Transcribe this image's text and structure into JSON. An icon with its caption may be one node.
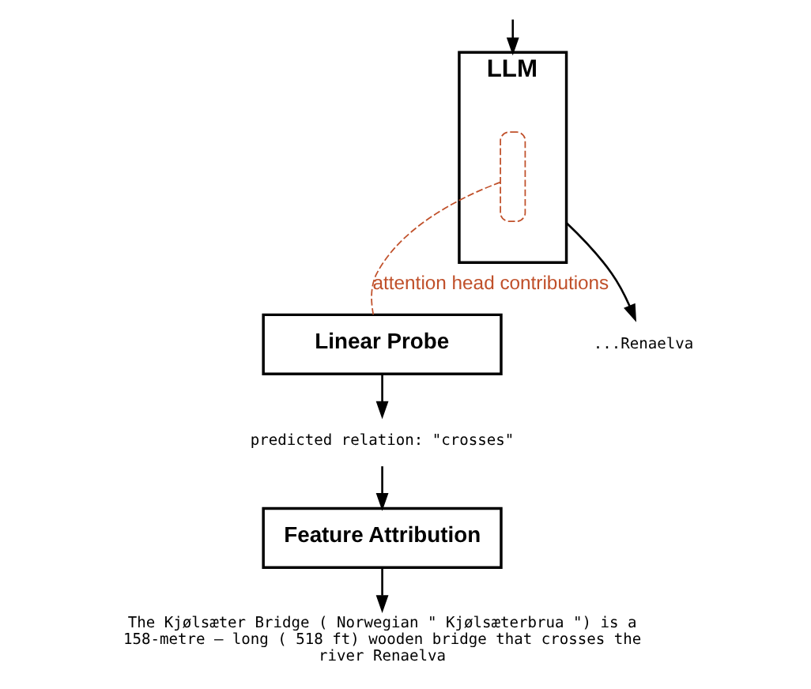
{
  "diagram": {
    "nodes": [
      {
        "text": [
          "LLM"
        ]
      },
      {
        "text": [],
        "shape": "box",
        "in": 0
      },
      {
        "text": [
          "Linear Probe"
        ]
      },
      {
        "text": [
          "predicted relation: \"crosses\""
        ]
      },
      {
        "text": [
          "Feature Attribution"
        ]
      },
      {
        "text": [
          "The Kjølsæter Bridge ( Norwegian \" Kjølsæterbrua \") is a 158-metre – long ( 518 ft) wooden bridge that crosses the river Renaelva"
        ]
      },
      {
        "text": [
          "...Renaelva"
        ]
      }
    ],
    "edges": [
      {
        "from": null,
        "to": 0,
        "arrow": "to"
      },
      {
        "from": 1,
        "to": 2,
        "arrow": "none",
        "label": "attention head contributions",
        "style": "dashed",
        "color": "#c0502a"
      },
      {
        "from": 0,
        "to": 6,
        "arrow": "to"
      },
      {
        "from": 2,
        "to": 3,
        "arrow": "to"
      },
      {
        "from": 3,
        "to": 4,
        "arrow": "to"
      },
      {
        "from": 4,
        "to": 5,
        "arrow": "to"
      }
    ]
  }
}
